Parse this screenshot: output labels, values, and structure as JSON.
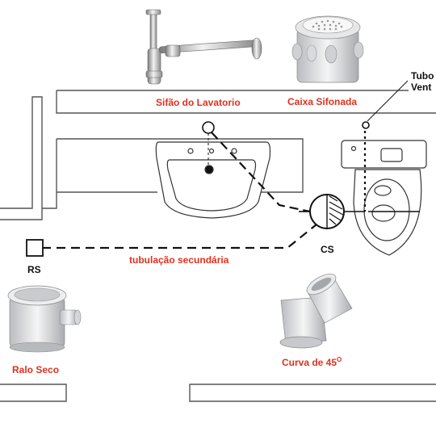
{
  "labels": {
    "sifao": "Sifão do Lavatorio",
    "caixa": "Caixa Sifonada",
    "tubo_line1": "Tubo",
    "tubo_line2": "Vent",
    "tubulacao": "tubulação secundária",
    "cs": "CS",
    "rs": "RS",
    "ralo": "Ralo Seco",
    "curva_text": "Curva de 45",
    "curva_sup": "O"
  },
  "colors": {
    "label_red": "#e0301e",
    "line": "#111111",
    "wall": "#555555",
    "fixture": "#333333"
  }
}
